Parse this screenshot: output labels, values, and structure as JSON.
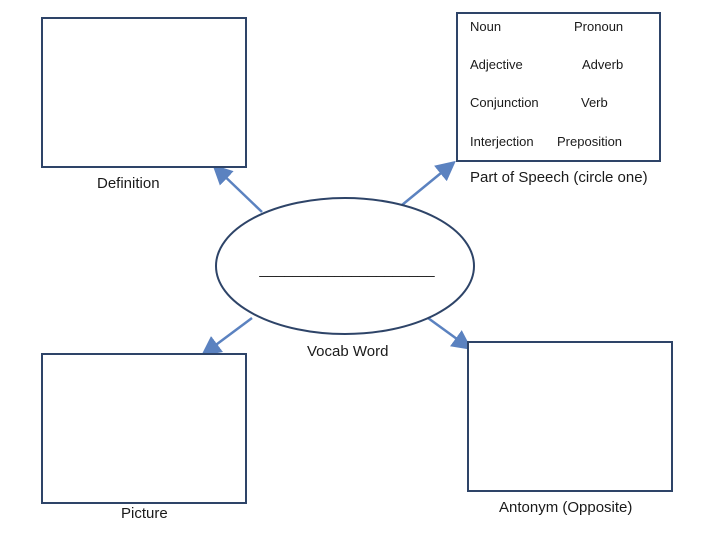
{
  "nodes": {
    "definition": {
      "label": "Definition"
    },
    "part_of_speech": {
      "label": "Part of Speech (circle one)",
      "options": {
        "noun": "Noun",
        "pronoun": "Pronoun",
        "adjective": "Adjective",
        "adverb": "Adverb",
        "conjunction": "Conjunction",
        "verb": "Verb",
        "interjection": "Interjection",
        "preposition": "Preposition"
      }
    },
    "vocab_word": {
      "label": "Vocab Word",
      "blank": "_____________________"
    },
    "picture": {
      "label": "Picture"
    },
    "antonym": {
      "label": "Antonym (Opposite)"
    }
  },
  "colors": {
    "box_border": "#2e4468",
    "arrow": "#5b82c0",
    "ellipse_border": "#2e4468"
  }
}
